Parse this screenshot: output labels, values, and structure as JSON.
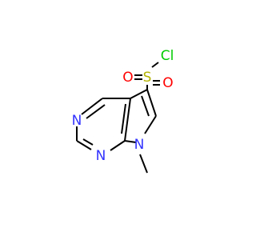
{
  "molecule": {
    "colors": {
      "bond": "#000000",
      "nitrogen": "#3333ff",
      "oxygen": "#ff0000",
      "sulfur": "#b2b200",
      "chlorine": "#00cc00"
    },
    "atoms": {
      "cl": "Cl",
      "s": "S",
      "o1": "O",
      "o2": "O",
      "n_top": "N",
      "n_bottom": "N",
      "n_pyrrole": "N"
    }
  }
}
